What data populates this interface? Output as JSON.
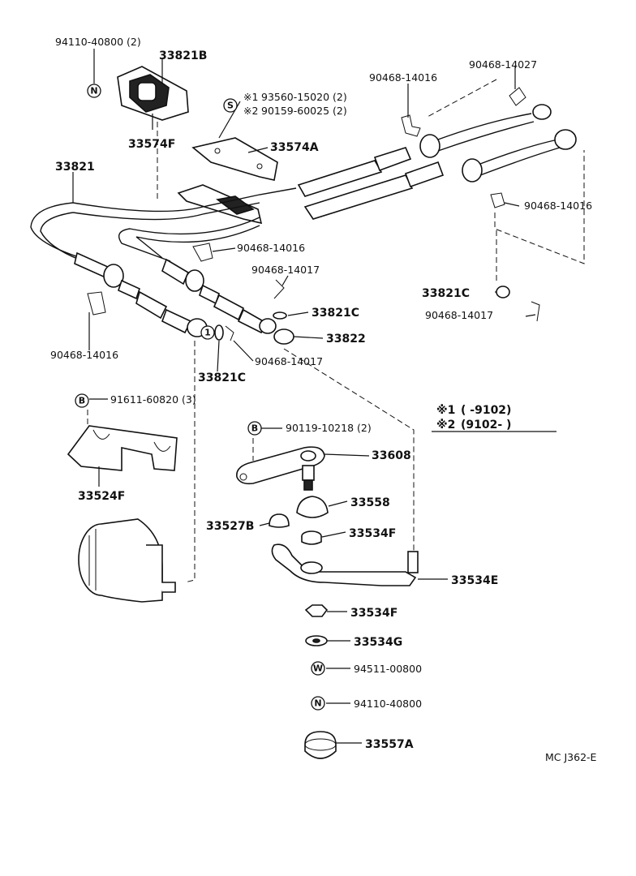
{
  "title": "",
  "labels": {
    "p94110_top": "94110-40800 (2)",
    "p33821B": "33821B",
    "p33574F": "33574F",
    "p93560": "93560-15020 (2)",
    "p90159": "90159-60025 (2)",
    "p33574A": "33574A",
    "p90468_14016_top": "90468-14016",
    "p90468_14027": "90468-14027",
    "p90468_14016_right": "90468-14016",
    "p33821": "33821",
    "p90468_14016_mid": "90468-14016",
    "p90468_14017_mid": "90468-14017",
    "p33821C_right": "33821C",
    "p90468_14017_right": "90468-14017",
    "p33821C_mid": "33821C",
    "p33822": "33822",
    "p90468_14016_left": "90468-14016",
    "p90468_14017_lower": "90468-14017",
    "p33821C_lower": "33821C",
    "p91611": "91611-60820 (3)",
    "p33524F": "33524F",
    "p90119": "90119-10218 (2)",
    "p33608": "33608",
    "p33558": "33558",
    "p33527B": "33527B",
    "p33534F_a": "33534F",
    "p33534E": "33534E",
    "p33534F_b": "33534F",
    "p33534G": "33534G",
    "p94511": "94511-00800",
    "p94110_bottom": "94110-40800",
    "p33557A": "33557A"
  },
  "markers": {
    "star1": "※1",
    "star2": "※2"
  },
  "badges": {
    "n": "N",
    "s": "S",
    "b": "B",
    "w": "W",
    "one": "1"
  },
  "legend": {
    "row1_mark": "※1",
    "row1_text": "(      -9102)",
    "row2_mark": "※2",
    "row2_text": "(9102-       )"
  },
  "code": "MC J362-E"
}
